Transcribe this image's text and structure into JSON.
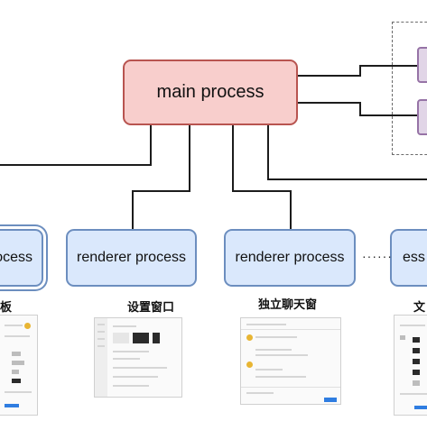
{
  "diagram": {
    "main_label": "main process",
    "renderers": [
      {
        "label": "ocess"
      },
      {
        "label": "renderer process"
      },
      {
        "label": "renderer process"
      },
      {
        "label": "ess"
      }
    ],
    "ellipsis": "······",
    "captions": [
      "板",
      "设置窗口",
      "独立聊天窗",
      "文"
    ]
  },
  "colors": {
    "main_fill": "#f8cecc",
    "main_stroke": "#b85450",
    "renderer_fill": "#dae8fc",
    "renderer_stroke": "#6c8ebf",
    "aux_fill": "#e1d5e7",
    "aux_stroke": "#9673a6",
    "line": "#1c1c1c"
  }
}
